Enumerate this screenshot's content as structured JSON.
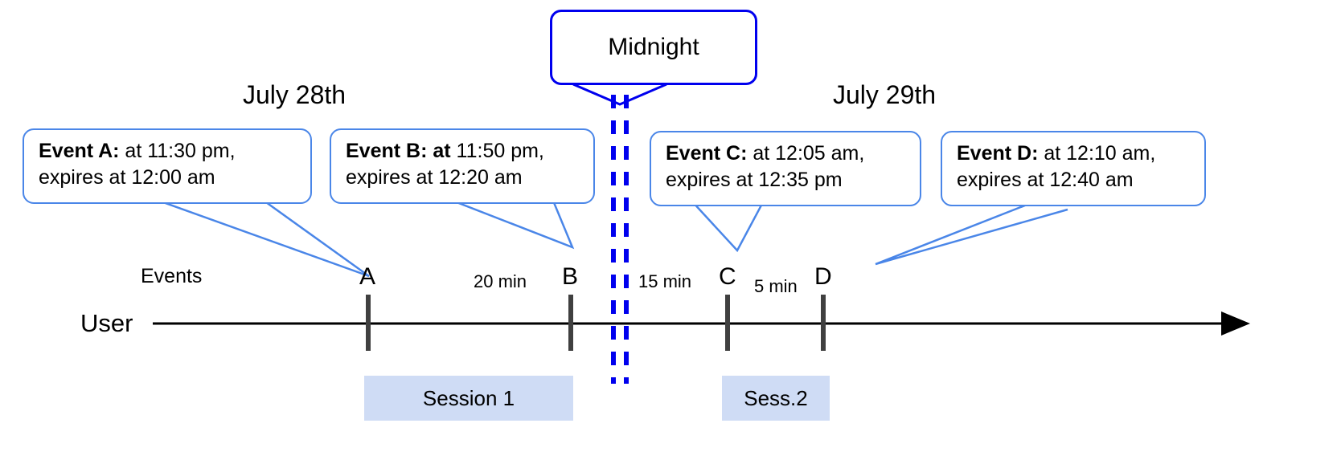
{
  "diagram": {
    "title_note": "Session timeline across midnight boundary",
    "colors": {
      "callout_border": "#4a86e8",
      "midnight_border": "#0000ee",
      "midnight_dash": "#0000ee",
      "session_fill": "#cfdcf5",
      "axis": "#000000",
      "tick": "#404040"
    }
  },
  "midnight": {
    "label": "Midnight"
  },
  "dates": {
    "left": "July 28th",
    "right": "July 29th"
  },
  "rows": {
    "events_label": "Events",
    "user_label": "User"
  },
  "callouts": [
    {
      "name": "event-a",
      "bold_prefix": "Event A:",
      "line1_rest": " at 11:30 pm,",
      "line2": "expires at 12:00 am"
    },
    {
      "name": "event-b",
      "bold_prefix": "Event B: at",
      "line1_rest": " 11:50 pm,",
      "line2": "expires at 12:20 am"
    },
    {
      "name": "event-c",
      "bold_prefix": "Event C:",
      "line1_rest": " at 12:05 am,",
      "line2": "expires at 12:35 pm"
    },
    {
      "name": "event-d",
      "bold_prefix": "Event D:",
      "line1_rest": "  at 12:10 am,",
      "line2": "expires at 12:40 am"
    }
  ],
  "ticks": [
    {
      "name": "tick-a",
      "label": "A"
    },
    {
      "name": "tick-b",
      "label": "B"
    },
    {
      "name": "tick-c",
      "label": "C"
    },
    {
      "name": "tick-d",
      "label": "D"
    }
  ],
  "intervals": [
    {
      "name": "interval-a-b",
      "label": "20 min"
    },
    {
      "name": "interval-b-c",
      "label": "15 min"
    },
    {
      "name": "interval-c-d",
      "label": "5 min"
    }
  ],
  "sessions": [
    {
      "name": "session-1",
      "label": "Session 1"
    },
    {
      "name": "session-2",
      "label": "Sess.2"
    }
  ],
  "chart_data": {
    "type": "timeline",
    "axis": {
      "name": "User",
      "direction": "left-to-right",
      "arrow": true
    },
    "boundary": {
      "label": "Midnight",
      "between": [
        "July 28th",
        "July 29th"
      ]
    },
    "events": [
      {
        "id": "A",
        "occurs": "11:30 pm",
        "expires": "12:00 am",
        "day": "July 28th"
      },
      {
        "id": "B",
        "occurs": "11:50 pm",
        "expires": "12:20 am",
        "day": "July 28th"
      },
      {
        "id": "C",
        "occurs": "12:05 am",
        "expires": "12:35 pm",
        "day": "July 29th"
      },
      {
        "id": "D",
        "occurs": "12:10 am",
        "expires": "12:40 am",
        "day": "July 29th"
      }
    ],
    "gaps": [
      {
        "from": "A",
        "to": "B",
        "label": "20 min"
      },
      {
        "from": "B",
        "to": "C",
        "label": "15 min"
      },
      {
        "from": "C",
        "to": "D",
        "label": "5 min"
      }
    ],
    "sessions": [
      {
        "label": "Session 1",
        "covers": [
          "A",
          "B"
        ]
      },
      {
        "label": "Sess.2",
        "covers": [
          "C",
          "D"
        ]
      }
    ]
  }
}
